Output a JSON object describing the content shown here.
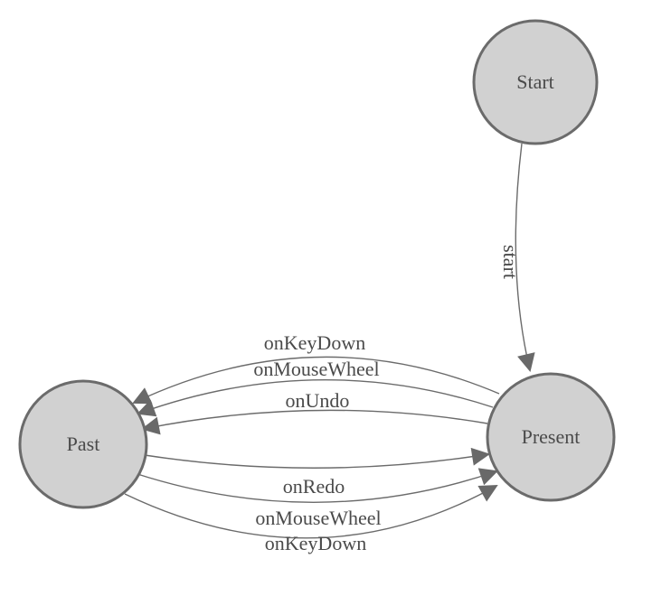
{
  "colors": {
    "background": "#ffffff",
    "node_fill": "#d1d1d1",
    "node_stroke": "#6b6b6b",
    "edge_line": "#6b6b6b",
    "arrowhead": "#696969",
    "label_text": "#4a4a4a"
  },
  "nodes": [
    {
      "id": "start",
      "label": "Start"
    },
    {
      "id": "present",
      "label": "Present"
    },
    {
      "id": "past",
      "label": "Past"
    }
  ],
  "edges": [
    {
      "id": "start-to-present",
      "from": "Start",
      "to": "Present",
      "label": "start"
    },
    {
      "id": "present-to-past-keydown",
      "from": "Present",
      "to": "Past",
      "label": "onKeyDown"
    },
    {
      "id": "present-to-past-mousewheel",
      "from": "Present",
      "to": "Past",
      "label": "onMouseWheel"
    },
    {
      "id": "present-to-past-undo",
      "from": "Present",
      "to": "Past",
      "label": "onUndo"
    },
    {
      "id": "past-to-present-redo",
      "from": "Past",
      "to": "Present",
      "label": "onRedo"
    },
    {
      "id": "past-to-present-mousewheel",
      "from": "Past",
      "to": "Present",
      "label": "onMouseWheel"
    },
    {
      "id": "past-to-present-keydown",
      "from": "Past",
      "to": "Present",
      "label": "onKeyDown"
    }
  ]
}
